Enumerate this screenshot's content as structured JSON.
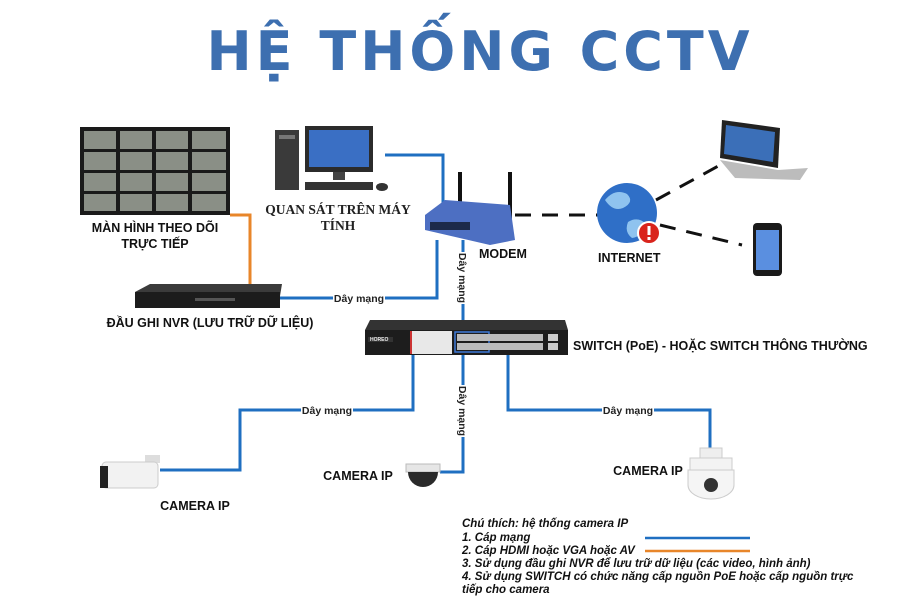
{
  "title": "HỆ THỐNG CCTV",
  "colors": {
    "title": "#3d6fb0",
    "network_cable": "#1f6fc1",
    "hdmi_cable": "#e8862a"
  },
  "devices": {
    "monitor_wall": {
      "label_line1": "MÀN HÌNH THEO DÕI",
      "label_line2": "TRỰC TIẾP"
    },
    "pc": {
      "label_line1": "QUAN SÁT TRÊN MÁY",
      "label_line2": "TÍNH"
    },
    "modem": {
      "label": "MODEM"
    },
    "internet": {
      "label": "INTERNET"
    },
    "nvr": {
      "label": "ĐẦU GHI NVR (LƯU TRỮ DỮ LIỆU)"
    },
    "switch": {
      "label": "SWITCH (PoE) - HOẶC SWITCH THÔNG THƯỜNG",
      "brand": "HOREO"
    },
    "camera_left": {
      "label": "CAMERA IP"
    },
    "camera_center": {
      "label": "CAMERA IP"
    },
    "camera_right": {
      "label": "CAMERA IP"
    }
  },
  "cable_labels": {
    "nvr_modem": "Dây mạng",
    "modem_switch": "Dây mạng",
    "switch_cam_left": "Dây mạng",
    "switch_cam_center": "Dây mạng",
    "switch_cam_right": "Dây mạng"
  },
  "legend": {
    "heading": "Chú thích: hệ thống camera IP",
    "items": [
      "1. Cáp mạng",
      "2. Cáp HDMI hoặc VGA hoặc AV",
      "3. Sử dụng đầu ghi NVR để lưu trữ dữ liệu (các video, hình ảnh)",
      "4. Sử dụng SWITCH có chức năng cấp nguồn PoE hoặc cấp nguồn trực",
      "tiếp cho camera"
    ]
  }
}
